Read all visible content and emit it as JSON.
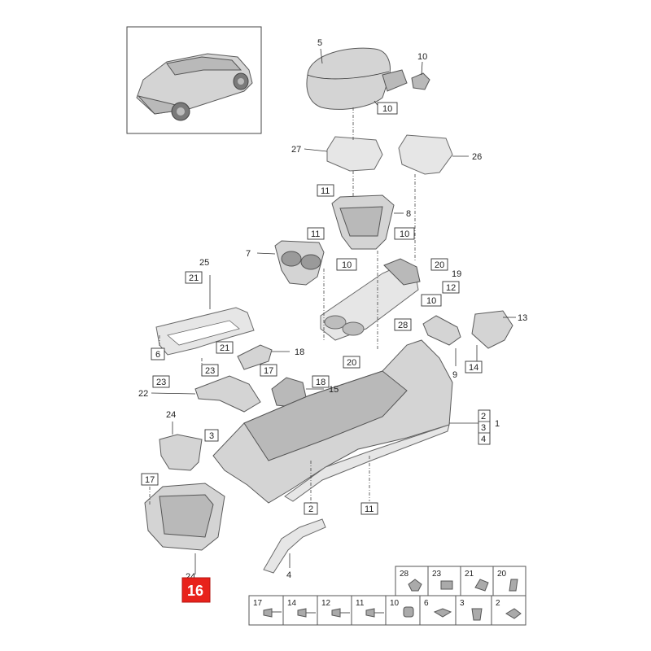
{
  "callouts": {
    "c1": "1",
    "c2a": "2",
    "c3a": "3",
    "c4a": "4",
    "c2b": "2",
    "c4b": "4",
    "c5": "5",
    "c10a": "10",
    "c10b": "10",
    "c27": "27",
    "c26": "26",
    "c11a": "11",
    "c8": "8",
    "c7": "7",
    "c11b": "11",
    "c10c": "10",
    "c10d": "10",
    "c20a": "20",
    "c19": "19",
    "c12": "12",
    "c10e": "10",
    "c13": "13",
    "c25": "25",
    "c21a": "21",
    "c6": "6",
    "c21b": "21",
    "c18a": "18",
    "c28": "28",
    "c9": "9",
    "c14": "14",
    "c20b": "20",
    "c23a": "23",
    "c22": "22",
    "c23b": "23",
    "c17a": "17",
    "c18b": "18",
    "c15": "15",
    "c24a": "24",
    "c3b": "3",
    "c17b": "17",
    "c11c": "11",
    "c24b": "24"
  },
  "highlight": {
    "label": "16",
    "color": "#e8221b"
  },
  "legend": {
    "top_row": [
      "28",
      "23",
      "21",
      "20"
    ],
    "bottom_row": [
      "17",
      "14",
      "12",
      "11",
      "10",
      "6",
      "3",
      "2"
    ]
  }
}
